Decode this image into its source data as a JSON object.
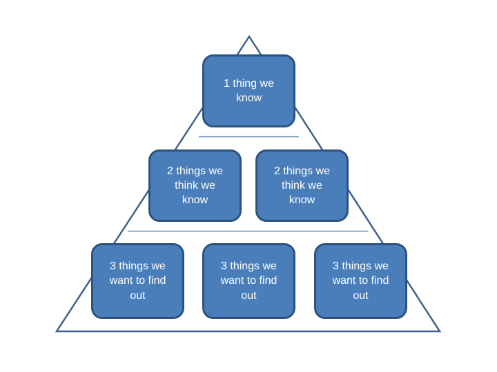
{
  "slide": {
    "background": "#ffffff",
    "pyramid": {
      "type": "pyramid-list-diagram",
      "triangle_stroke": "#3c608e",
      "divider_color": "#6189b2",
      "box_fill": "#4a7ebb",
      "box_border": "#2d527e",
      "text_color": "#ffffff",
      "levels": [
        {
          "level": 1,
          "boxes": [
            "1 thing we\nknow"
          ]
        },
        {
          "level": 2,
          "boxes": [
            "2 things we\nthink we\nknow",
            "2 things we\nthink we\nknow"
          ]
        },
        {
          "level": 3,
          "boxes": [
            "3 things we\nwant to find\nout",
            "3 things we\nwant to find\nout",
            "3 things we\nwant to find\nout"
          ]
        }
      ]
    }
  }
}
